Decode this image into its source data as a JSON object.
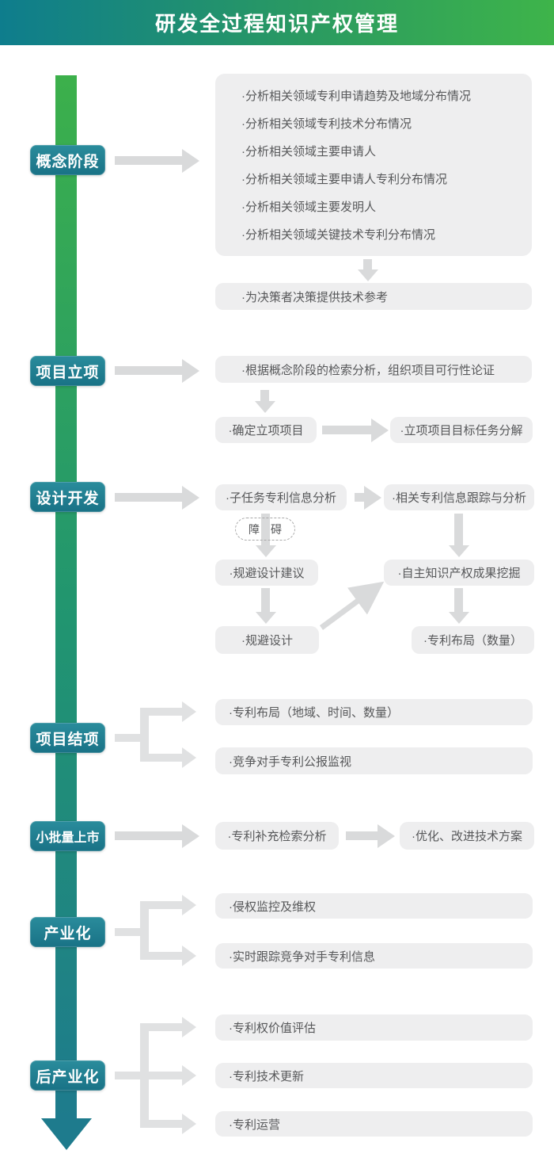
{
  "header": {
    "title": "研发全过程知识产权管理"
  },
  "stages": [
    {
      "label": "概念阶段"
    },
    {
      "label": "项目立项"
    },
    {
      "label": "设计开发"
    },
    {
      "label": "项目结项"
    },
    {
      "label": "小批量上市"
    },
    {
      "label": "产业化"
    },
    {
      "label": "后产业化"
    }
  ],
  "concept": {
    "analysis": {
      "items": [
        "·分析相关领域专利申请趋势及地域分布情况",
        "·分析相关领域专利技术分布情况",
        "·分析相关领域主要申请人",
        "·分析相关领域主要申请人专利分布情况",
        "·分析相关领域主要发明人",
        "·分析相关领域关键技术专利分布情况"
      ]
    },
    "outcome": "·为决策者决策提供技术参考"
  },
  "initiation": {
    "feasibility": "·根据概念阶段的检索分析，组织项目可行性论证",
    "confirm": "·确定立项项目",
    "decompose": "·立项项目目标任务分解"
  },
  "design": {
    "subtask": "·子任务专利信息分析",
    "tracking": "·相关专利信息跟踪与分析",
    "obstacle": "障　碍",
    "advice": "·规避设计建议",
    "workaround": "·规避设计",
    "mining": "·自主知识产权成果挖掘",
    "layout_qty": "·专利布局（数量）"
  },
  "closure": {
    "layout": "·专利布局（地域、时间、数量）",
    "monitor": "·竞争对手专利公报监视"
  },
  "pilot": {
    "supplement": "·专利补充检索分析",
    "optimize": "·优化、改进技术方案"
  },
  "industrialization": {
    "infringement": "·侵权监控及维权",
    "track": "·实时跟踪竞争对手专利信息"
  },
  "post": {
    "valuation": "·专利权价值评估",
    "update": "·专利技术更新",
    "operation": "·专利运营"
  },
  "colors": {
    "header_left": "#0e7d8d",
    "header_right": "#3eb44a",
    "bar_top": "#3cb04b",
    "bar_bottom": "#1e7b8d",
    "stage_teal": "#1f8293",
    "box_bg": "#eeeeef",
    "box_text": "#57585a",
    "arrow_gray": "#d9dadb"
  }
}
